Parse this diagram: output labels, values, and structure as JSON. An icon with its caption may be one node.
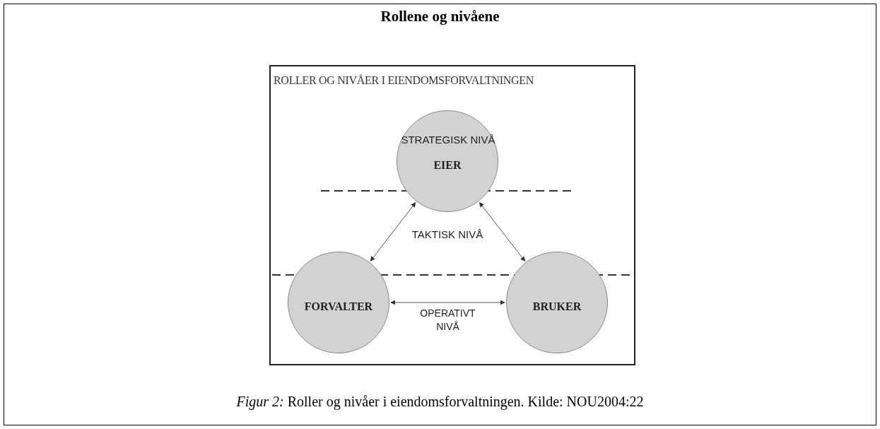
{
  "diagram": {
    "title": "Rollene og nivåene",
    "caption": "*Figur 2:* Roller og nivåer i eiendomsforvaltningen. Kilde: NOU2004:22",
    "nodes": [
      {
        "text": [
          "ROLLER OG NIVÅER I EIENDOMSFORVALTNINGEN"
        ]
      },
      {
        "text": [
          "EIER"
        ],
        "in": 0
      },
      {
        "text": [
          "FORVALTER"
        ],
        "in": 0
      },
      {
        "text": [
          "BRUKER"
        ],
        "in": 0
      }
    ],
    "edges": [
      {
        "from": 1,
        "to": 2,
        "arrow": "both"
      },
      {
        "from": 1,
        "to": 3,
        "arrow": "both"
      },
      {
        "from": 2,
        "to": 3,
        "arrow": "both",
        "label": "OPERATIVT NIVÅ"
      }
    ],
    "labels": [
      "STRATEGISK NIVÅ",
      "TAKTISK NIVÅ"
    ]
  }
}
